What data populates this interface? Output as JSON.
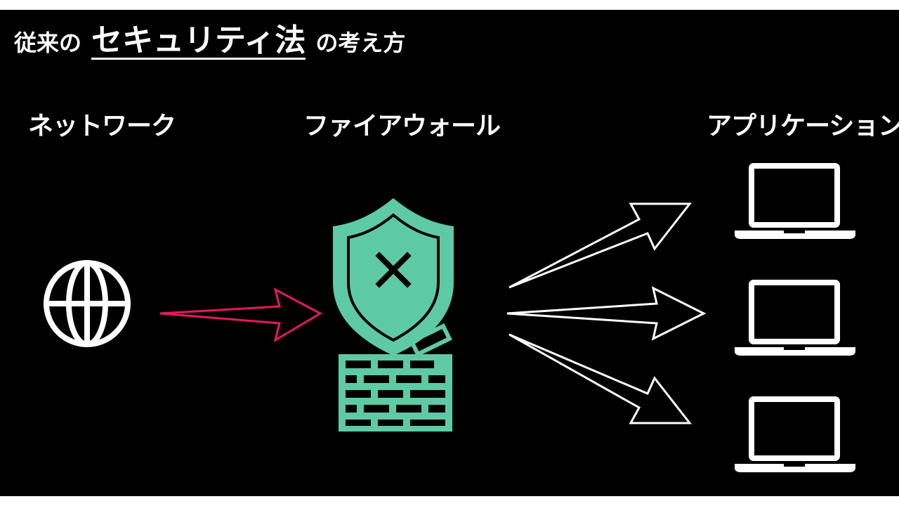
{
  "title": {
    "prefix": "従来の",
    "emphasis": "セキュリティ法",
    "suffix": "の考え方"
  },
  "labels": {
    "network": "ネットワーク",
    "firewall": "ファイアウォール",
    "application": "アプリケーション"
  },
  "icons": {
    "network": "globe-icon",
    "firewall": "shield-with-brick-wall-icon",
    "firewall_mark": "x-mark-icon",
    "applications": [
      "laptop-icon",
      "laptop-icon",
      "laptop-icon"
    ]
  },
  "colors": {
    "background": "#000000",
    "text": "#ffffff",
    "network_arrow": "#e8175d",
    "firewall": "#5ecaa5",
    "app_arrows": "#ffffff"
  }
}
